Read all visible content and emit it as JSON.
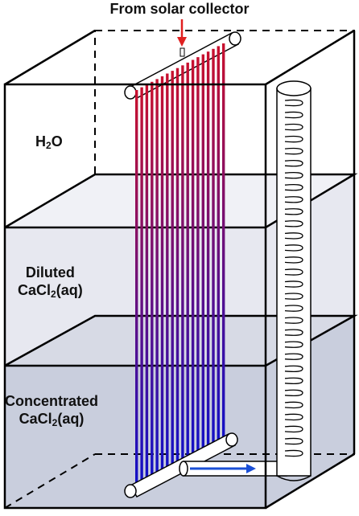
{
  "labels": {
    "title": "From solar collector",
    "layer_top": {
      "main": "H",
      "sub": "2",
      "tail": "O"
    },
    "layer_middle": {
      "line1": "Diluted",
      "line2_main": "CaCl",
      "line2_sub": "2",
      "line2_tail": "(aq)"
    },
    "layer_bottom": {
      "line1": "Concentrated",
      "line2_main": "CaCl",
      "line2_sub": "2",
      "line2_tail": "(aq)"
    }
  },
  "colors": {
    "hot": "#c8102e",
    "cold": "#1010c8",
    "flow_arrow": "#1a4fd6",
    "inlet_arrow": "#e02020",
    "tank_edge": "#000000",
    "layer_top": "#ffffff",
    "layer_middle": "#e7e8f0",
    "layer_bottom": "#c9cedd"
  },
  "diagram": {
    "tube_count": 18,
    "coil_turns": 30
  }
}
